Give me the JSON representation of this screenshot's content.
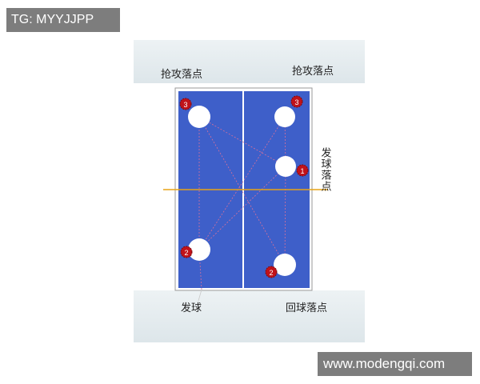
{
  "watermarks": {
    "top_left": "TG: MYYJJPP",
    "bottom_right": "www.modengqi.com"
  },
  "labels": {
    "attack_left": "抢攻落点",
    "attack_right": "抢攻落点",
    "serve_landing": "发球落点",
    "serve": "发球",
    "return_landing": "回球落点"
  },
  "markers": {
    "m1": "1",
    "m2_left": "2",
    "m2_right": "2",
    "m3_left": "3",
    "m3_right": "3"
  },
  "colors": {
    "table": "#3E5FC9",
    "marker": "#C0121A",
    "center_line": "#E8A316",
    "panel": "#E3EBEE"
  }
}
